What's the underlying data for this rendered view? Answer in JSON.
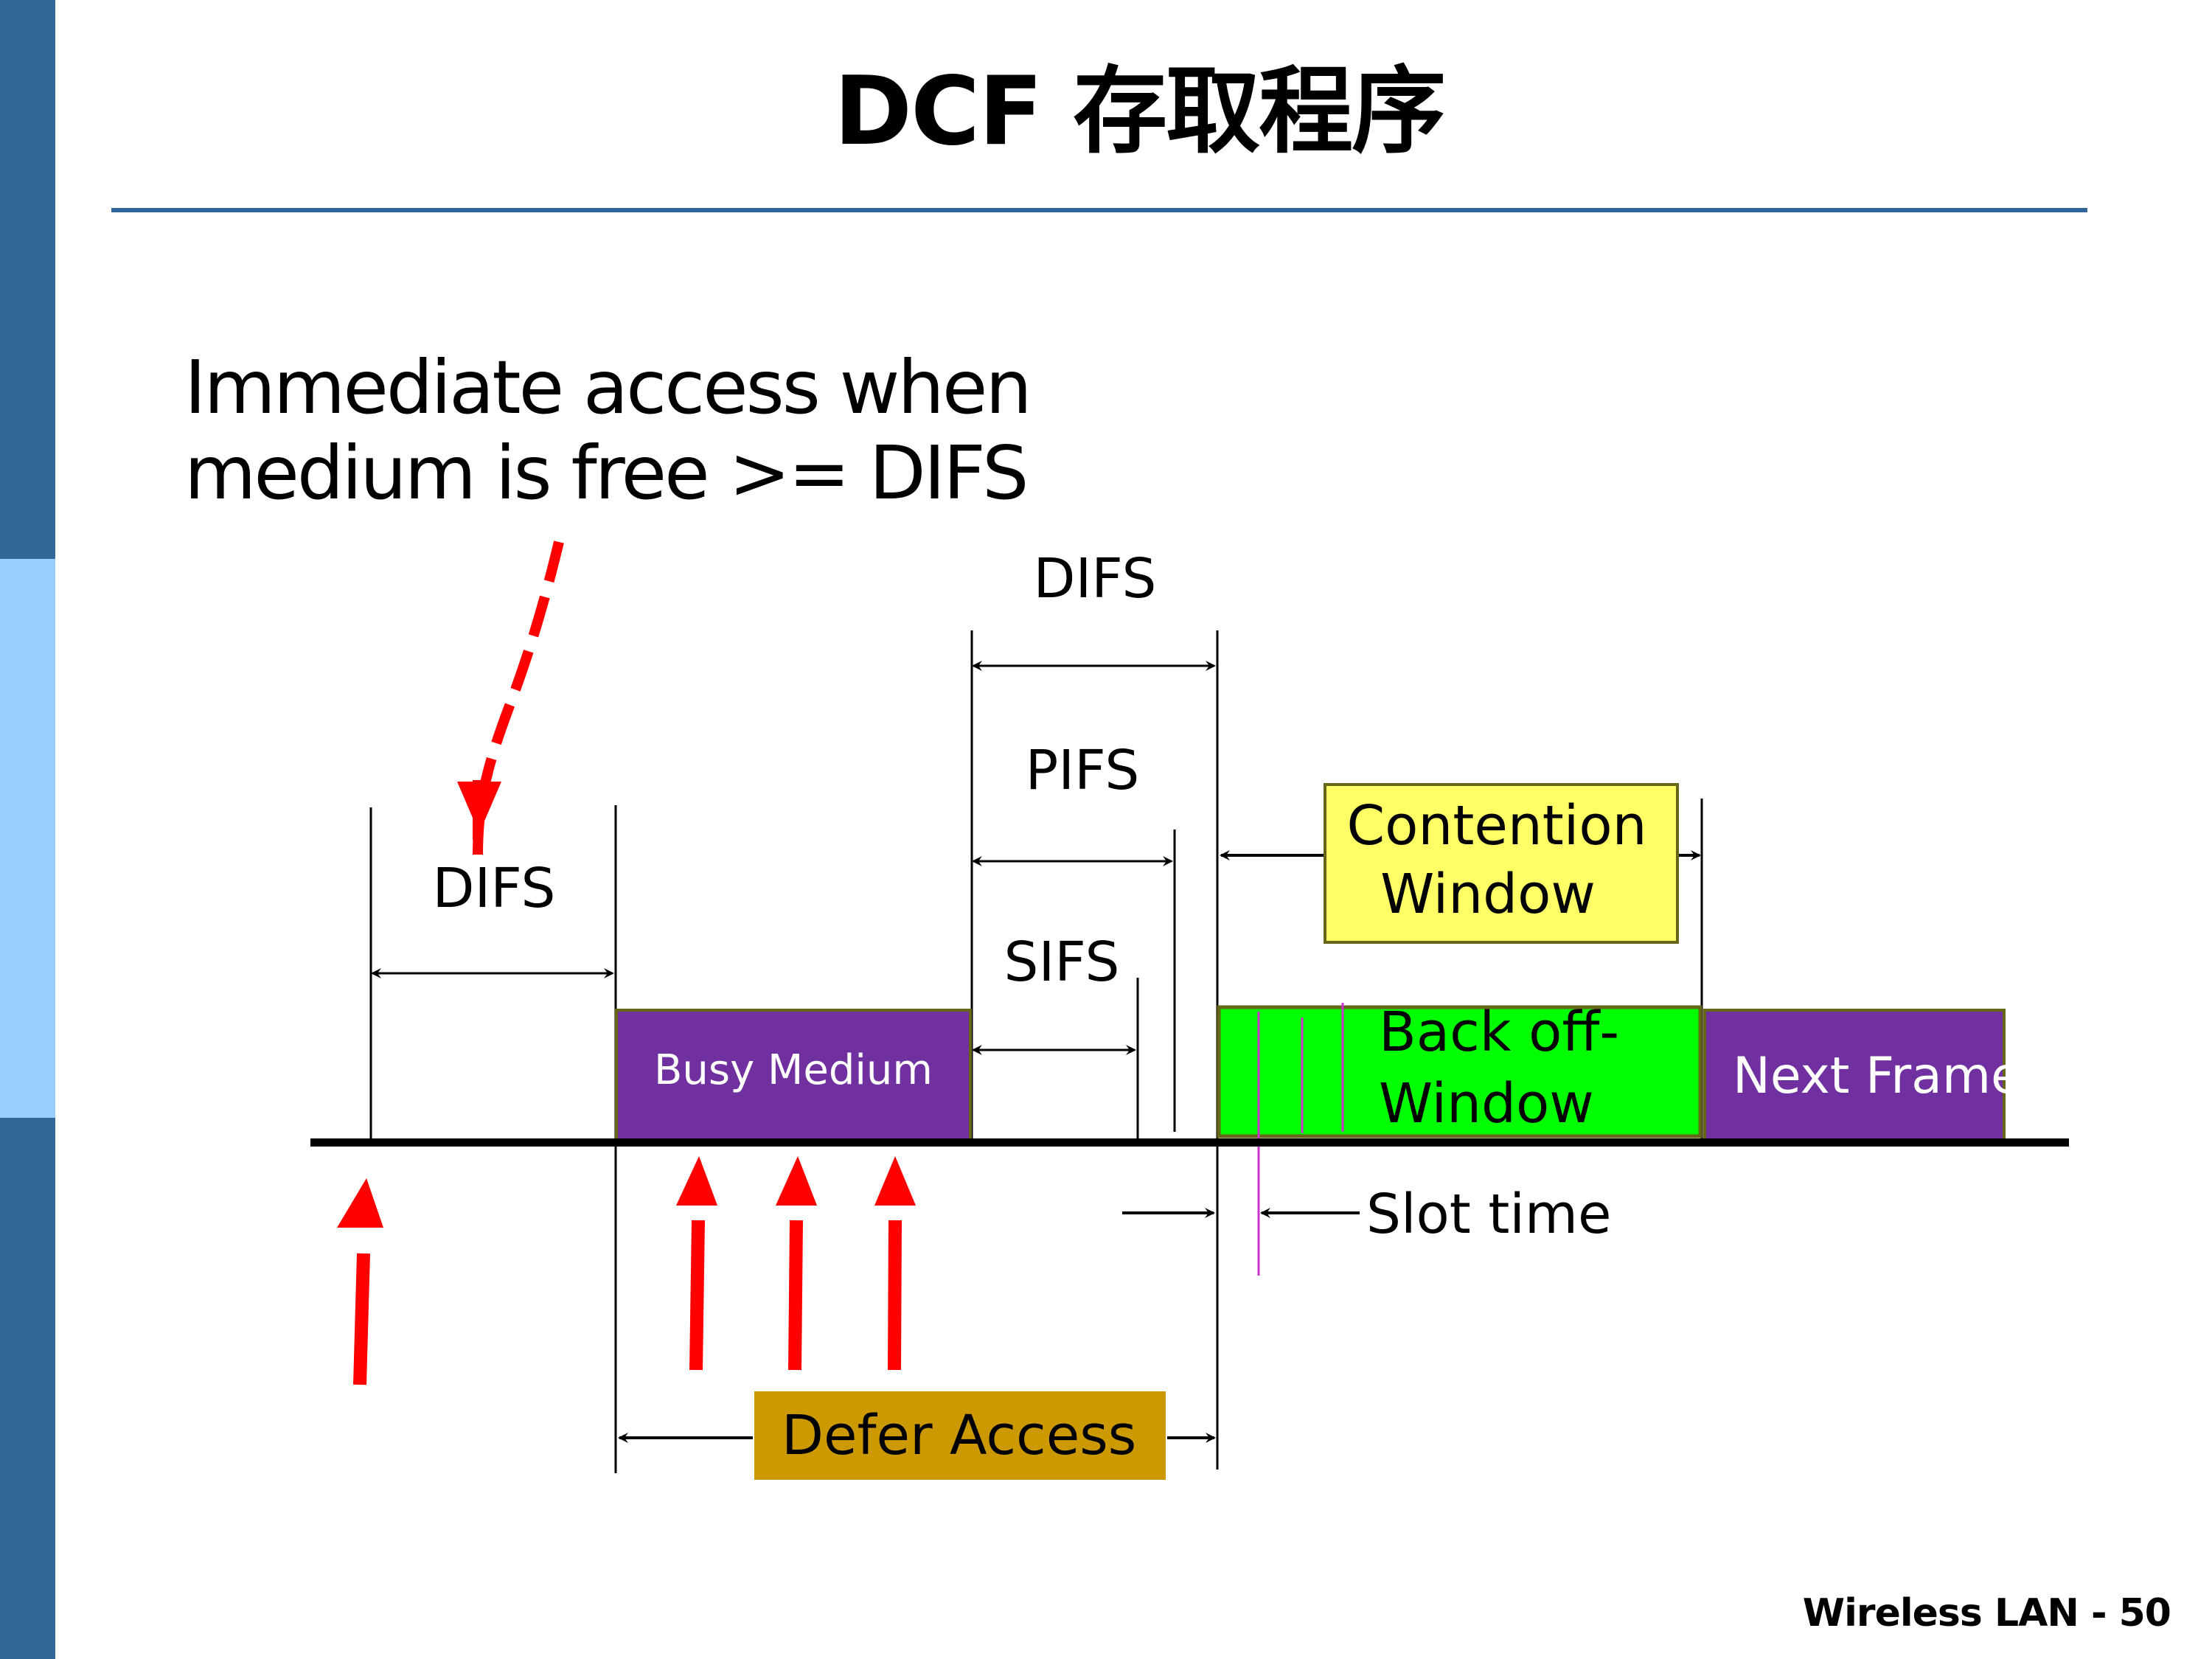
{
  "slide": {
    "title": "DCF 存取程序",
    "headline_line1": "Immediate access when",
    "headline_line2": "medium is free >= DIFS",
    "footer": "Wireless LAN - 50"
  },
  "diagram": {
    "labels": {
      "difs_left": "DIFS",
      "difs_top": "DIFS",
      "pifs": "PIFS",
      "sifs": "SIFS",
      "slot_time": "Slot time"
    },
    "boxes": {
      "busy_medium": "Busy Medium",
      "contention_line1": "Contention",
      "contention_line2": "Window",
      "backoff_line1": "Back off-",
      "backoff_line2": "Window",
      "next_frame": "Next Frame",
      "defer_access": "Defer Access"
    },
    "colors": {
      "sidebar_dark": "#336699",
      "sidebar_light": "#99ccff",
      "busy_medium": "#7030a0",
      "next_frame": "#7030a0",
      "backoff": "#00ff00",
      "contention": "#ffff66",
      "defer_access": "#cc9900",
      "box_border": "#666619",
      "arrow_red": "#ff0000",
      "slot_marker": "#cc33cc"
    }
  }
}
